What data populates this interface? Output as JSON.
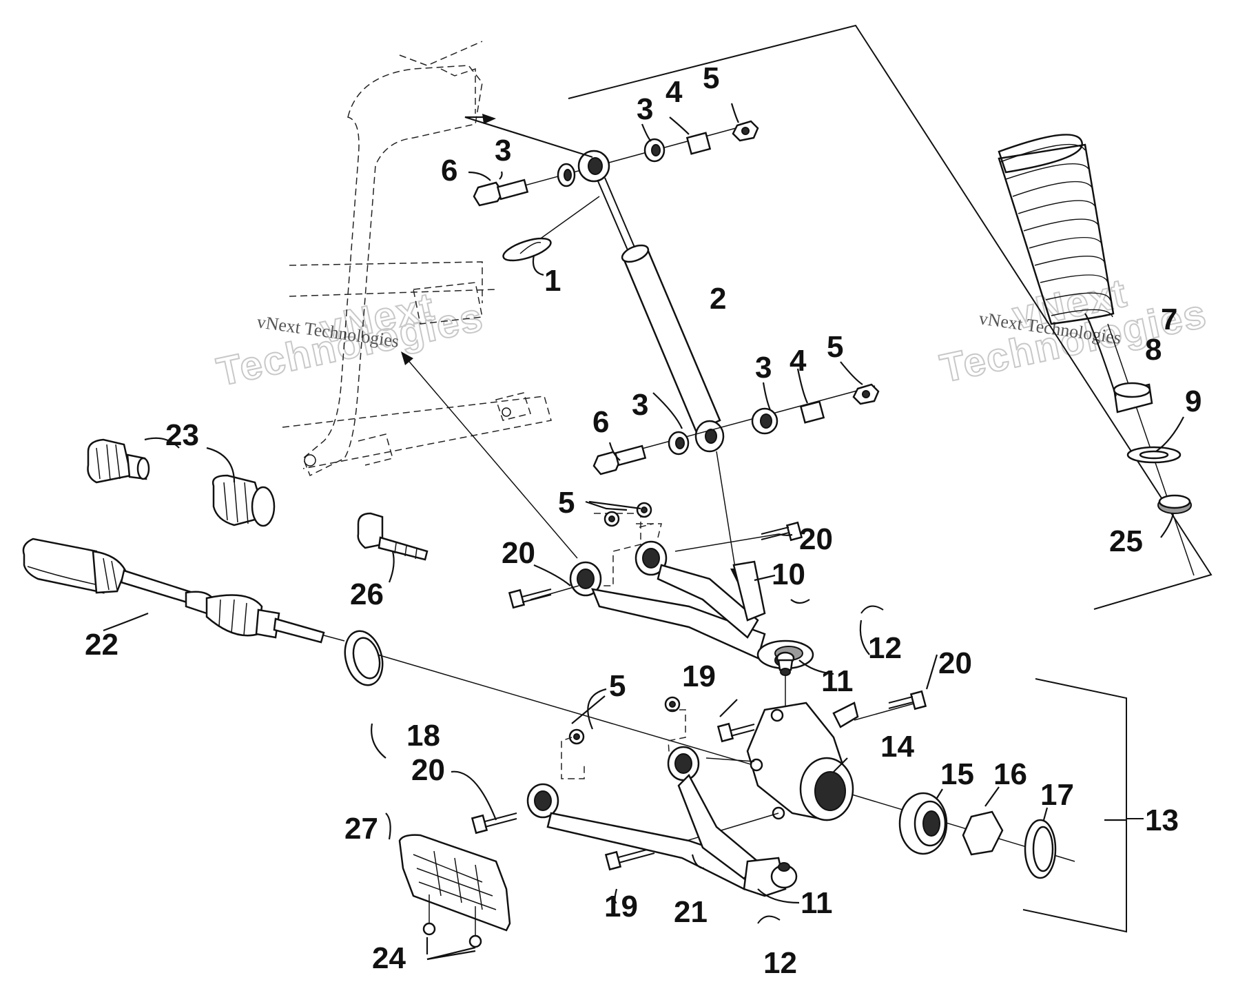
{
  "watermark": {
    "line1": "vNext",
    "line2": "Technologies",
    "caption": "vNext Technologies"
  },
  "callouts": {
    "c1": "1",
    "c2": "2",
    "c3a": "3",
    "c3b": "3",
    "c3c": "3",
    "c3d": "3",
    "c4a": "4",
    "c4b": "4",
    "c5a": "5",
    "c5b": "5",
    "c5c": "5",
    "c5d": "5",
    "c6a": "6",
    "c6b": "6",
    "c7": "7",
    "c8": "8",
    "c9": "9",
    "c10": "10",
    "c11a": "11",
    "c11b": "11",
    "c12a": "12",
    "c12b": "12",
    "c13": "13",
    "c14": "14",
    "c15": "15",
    "c16": "16",
    "c17": "17",
    "c18": "18",
    "c19a": "19",
    "c19b": "19",
    "c20a": "20",
    "c20b": "20",
    "c20c": "20",
    "c20d": "20",
    "c21": "21",
    "c22": "22",
    "c23": "23",
    "c24": "24",
    "c25": "25",
    "c26": "26",
    "c27": "27"
  }
}
